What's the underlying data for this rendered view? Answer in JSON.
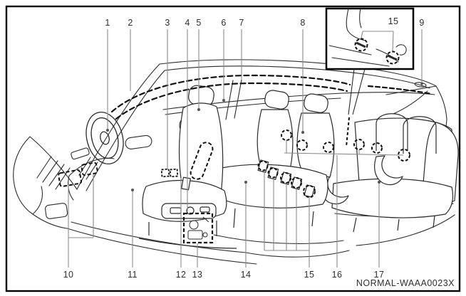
{
  "figure": {
    "kind": "vehicle-interior-cutaway-diagram",
    "code": "NORMAL-WAAA0023X"
  },
  "callouts": {
    "top": [
      "1",
      "2",
      "3",
      "4",
      "5",
      "6",
      "7",
      "8",
      "9"
    ],
    "bottom": [
      "10",
      "11",
      "12",
      "13",
      "14",
      "15",
      "16",
      "17"
    ],
    "inset": "15"
  },
  "colors": {
    "frame": "#000000",
    "line_art": "#2b2b2b",
    "dashed_highlight": "#111111",
    "leader": "#8a8a8a",
    "label_text": "#2e2e2e",
    "background": "#ffffff"
  }
}
